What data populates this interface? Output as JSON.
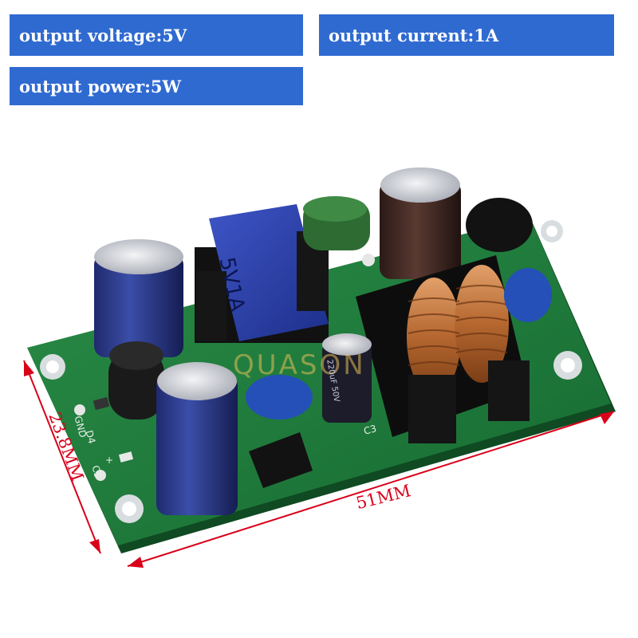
{
  "specs": {
    "voltage": "output voltage:5V",
    "current": "output current:1A",
    "power": "output power:5W"
  },
  "dimensions": {
    "length": "51MM",
    "width": "23.8MM"
  },
  "board": {
    "transformer_label": "5V1A",
    "watermark": "QUASON",
    "silk_c3": "C3",
    "silk_d4": "D4",
    "silk_gnd": "GND",
    "silk_plus": "+",
    "silk_c5": "C5",
    "cap_marking": "220uF 50V"
  },
  "colors": {
    "label_bg": "#2f6ad1",
    "label_text": "#ffffff",
    "dimension": "#d9001a",
    "pcb": "#1e7a3c"
  }
}
